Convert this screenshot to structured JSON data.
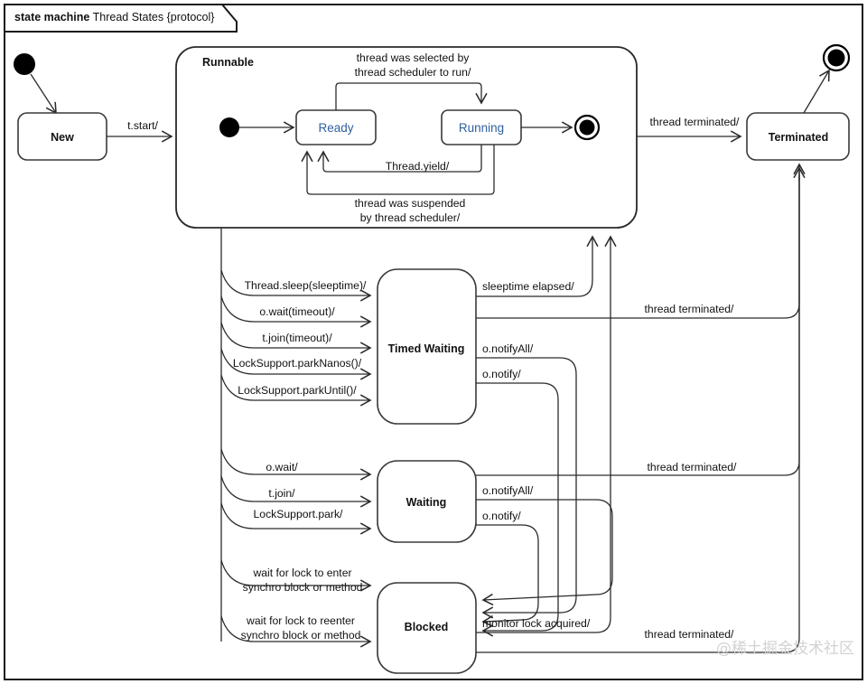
{
  "frame": {
    "keyword": "state machine",
    "name": " Thread States {protocol}"
  },
  "states": {
    "new": "New",
    "runnable": "Runnable",
    "ready": "Ready",
    "running": "Running",
    "terminated": "Terminated",
    "timed_waiting": "Timed Waiting",
    "waiting": "Waiting",
    "blocked": "Blocked"
  },
  "transitions": {
    "start": "t.start/",
    "selected_l1": "thread was selected by",
    "selected_l2": "thread scheduler to run/",
    "yield": "Thread.yield/",
    "suspended_l1": "thread was suspended",
    "suspended_l2": "by thread scheduler/",
    "terminated_top": "thread terminated/",
    "sleep": "Thread.sleep(sleeptime)/",
    "wait_timeout": "o.wait(timeout)/",
    "join_timeout": "t.join(timeout)/",
    "park_nanos": "LockSupport.parkNanos()/",
    "park_until": "LockSupport.parkUntil()/",
    "sleeptime_elapsed": "sleeptime elapsed/",
    "notify_all_tw": "o.notifyAll/",
    "notify_tw": "o.notify/",
    "terminated_tw": "thread terminated/",
    "wait": "o.wait/",
    "join": "t.join/",
    "park": "LockSupport.park/",
    "notify_all_w": "o.notifyAll/",
    "notify_w": "o.notify/",
    "terminated_w": "thread terminated/",
    "lock_enter_l1": "wait for lock to enter",
    "lock_enter_l2": "synchro block or method",
    "lock_reenter_l1": "wait for lock to reenter",
    "lock_reenter_l2": "synchro block or method",
    "monitor_acquired": "monitor lock acquired/",
    "terminated_b": "thread terminated/"
  },
  "pseudostates": {
    "initial": "initial-state",
    "runnable_initial": "runnable-initial-state",
    "runnable_final": "runnable-final-state",
    "final": "final-state"
  },
  "watermark": "@稀土掘金技术社区",
  "colors": {
    "state_text_blue": "#2f5f9e",
    "line": "#2b2b2b",
    "border": "#1a1a1a",
    "watermark": "#d2d2d2"
  }
}
